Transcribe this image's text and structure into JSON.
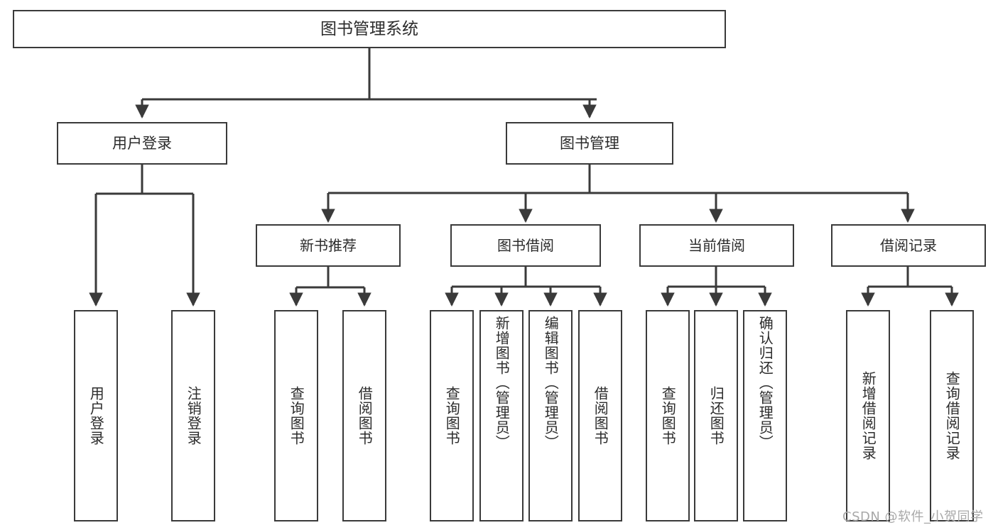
{
  "diagram": {
    "title": "图书管理系统",
    "type": "functional-structure-tree",
    "background_color": "#ffffff",
    "line_color": "#3a3a3a",
    "text_color": "#2b2b2b"
  },
  "watermark": {
    "text": "CSDN @软件_小贺同学",
    "color": "#a8a8a8"
  },
  "nodes": {
    "root": {
      "label": "图书管理系统"
    },
    "level1": [
      {
        "id": "user-login",
        "label": "用户登录"
      },
      {
        "id": "book-manage",
        "label": "图书管理"
      }
    ],
    "level2": [
      {
        "id": "new-book-recommend",
        "label": "新书推荐",
        "parent": "book-manage"
      },
      {
        "id": "book-borrow",
        "label": "图书借阅",
        "parent": "book-manage"
      },
      {
        "id": "current-borrow",
        "label": "当前借阅",
        "parent": "book-manage"
      },
      {
        "id": "borrow-record",
        "label": "借阅记录",
        "parent": "book-manage"
      }
    ],
    "leaves": [
      {
        "id": "leaf-user-login",
        "label": "用户登录",
        "parent": "user-login"
      },
      {
        "id": "leaf-logout",
        "label": "注销登录",
        "parent": "user-login"
      },
      {
        "id": "leaf-query-book-1",
        "label": "查询图书",
        "parent": "new-book-recommend"
      },
      {
        "id": "leaf-borrow-book-1",
        "label": "借阅图书",
        "parent": "new-book-recommend"
      },
      {
        "id": "leaf-query-book-2",
        "label": "查询图书",
        "parent": "book-borrow"
      },
      {
        "id": "leaf-add-book",
        "label": "新增图书（管理员）",
        "parent": "book-borrow"
      },
      {
        "id": "leaf-edit-book",
        "label": "编辑图书（管理员）",
        "parent": "book-borrow"
      },
      {
        "id": "leaf-borrow-book-2",
        "label": "借阅图书",
        "parent": "book-borrow"
      },
      {
        "id": "leaf-query-book-3",
        "label": "查询图书",
        "parent": "current-borrow"
      },
      {
        "id": "leaf-return-book",
        "label": "归还图书",
        "parent": "current-borrow"
      },
      {
        "id": "leaf-confirm-return",
        "label": "确认归还（管理员）",
        "parent": "current-borrow"
      },
      {
        "id": "leaf-add-record",
        "label": "新增借阅记录",
        "parent": "borrow-record"
      },
      {
        "id": "leaf-query-record",
        "label": "查询借阅记录",
        "parent": "borrow-record"
      }
    ]
  }
}
